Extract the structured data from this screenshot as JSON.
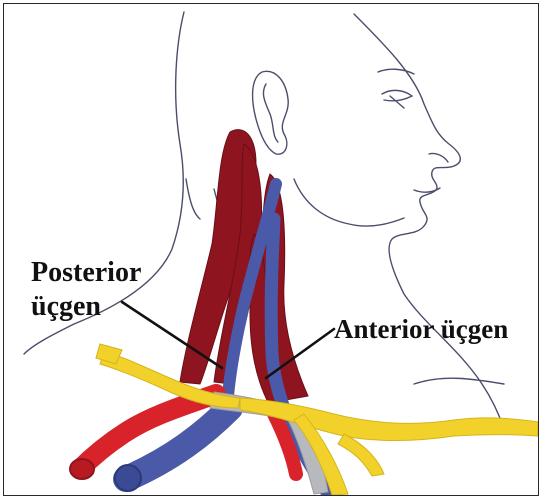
{
  "labels": {
    "posterior_line1": "Posterior",
    "posterior_line2": "üçgen",
    "anterior": "Anterior üçgen"
  },
  "colors": {
    "muscle": "#8e1420",
    "vein": "#4a5aa8",
    "artery": "#d8232a",
    "nerve": "#f2d22a",
    "nerve_gray": "#b7b9bd",
    "outline": "#4a4e6a"
  }
}
